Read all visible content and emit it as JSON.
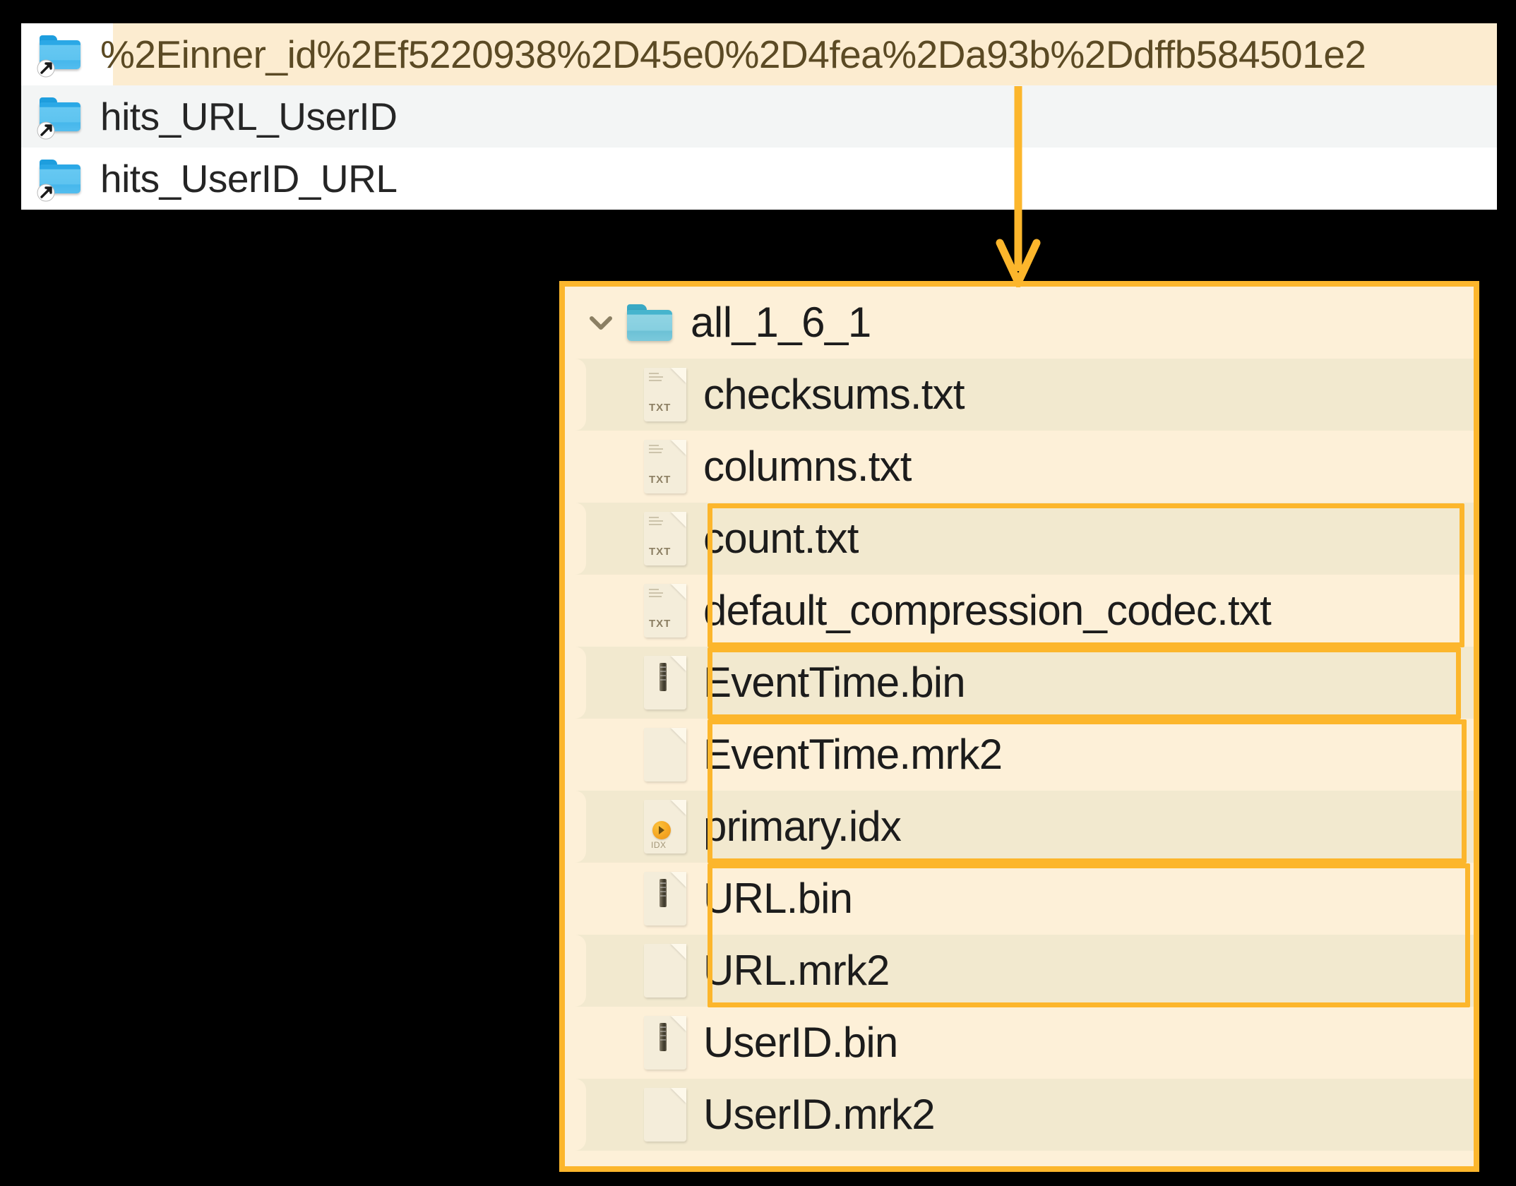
{
  "top_list": {
    "name": "symlink-folder-list",
    "rows": [
      {
        "label": "%2Einner_id%2Ef5220938%2D45e0%2D4fea%2Da93b%2Ddffb584501e2",
        "icon": "folder-shortcut-icon",
        "highlighted": true
      },
      {
        "label": "hits_URL_UserID",
        "icon": "folder-shortcut-icon",
        "highlighted": false
      },
      {
        "label": "hits_UserID_URL",
        "icon": "folder-shortcut-icon",
        "highlighted": false
      }
    ]
  },
  "connector": {
    "name": "arrow-down-connector",
    "color": "#FCB62C"
  },
  "main_panel": {
    "name": "part-directory-tree",
    "border_color": "#FCB62C",
    "background": "#fdf0d8",
    "folder": {
      "label": "all_1_6_1",
      "expanded": true,
      "chevron": "chevron-down-icon",
      "icon": "folder-icon"
    },
    "files": [
      {
        "label": "checksums.txt",
        "icon": "txt-file-icon",
        "stripe": true,
        "boxed": false
      },
      {
        "label": "columns.txt",
        "icon": "txt-file-icon",
        "stripe": false,
        "boxed": false
      },
      {
        "label": "count.txt",
        "icon": "txt-file-icon",
        "stripe": true,
        "boxed": false
      },
      {
        "label": "default_compression_codec.txt",
        "icon": "txt-file-icon",
        "stripe": false,
        "boxed": false
      },
      {
        "label": "EventTime.bin",
        "icon": "bin-file-icon",
        "stripe": true,
        "boxed": true
      },
      {
        "label": "EventTime.mrk2",
        "icon": "mrk-file-icon",
        "stripe": false,
        "boxed": true
      },
      {
        "label": "primary.idx",
        "icon": "idx-file-icon",
        "stripe": true,
        "boxed": true
      },
      {
        "label": "URL.bin",
        "icon": "bin-file-icon",
        "stripe": false,
        "boxed": true
      },
      {
        "label": "URL.mrk2",
        "icon": "mrk-file-icon",
        "stripe": true,
        "boxed": true
      },
      {
        "label": "UserID.bin",
        "icon": "bin-file-icon",
        "stripe": false,
        "boxed": true
      },
      {
        "label": "UserID.mrk2",
        "icon": "mrk-file-icon",
        "stripe": true,
        "boxed": true
      }
    ],
    "highlight_boxes": [
      {
        "name": "eventtime-pair-highlight",
        "first": 4,
        "last": 5
      },
      {
        "name": "primary-idx-highlight",
        "first": 6,
        "last": 6
      },
      {
        "name": "url-pair-highlight",
        "first": 7,
        "last": 8
      },
      {
        "name": "userid-pair-highlight",
        "first": 9,
        "last": 10
      }
    ],
    "idx_icon_label": "IDX",
    "txt_icon_label": "TXT"
  }
}
